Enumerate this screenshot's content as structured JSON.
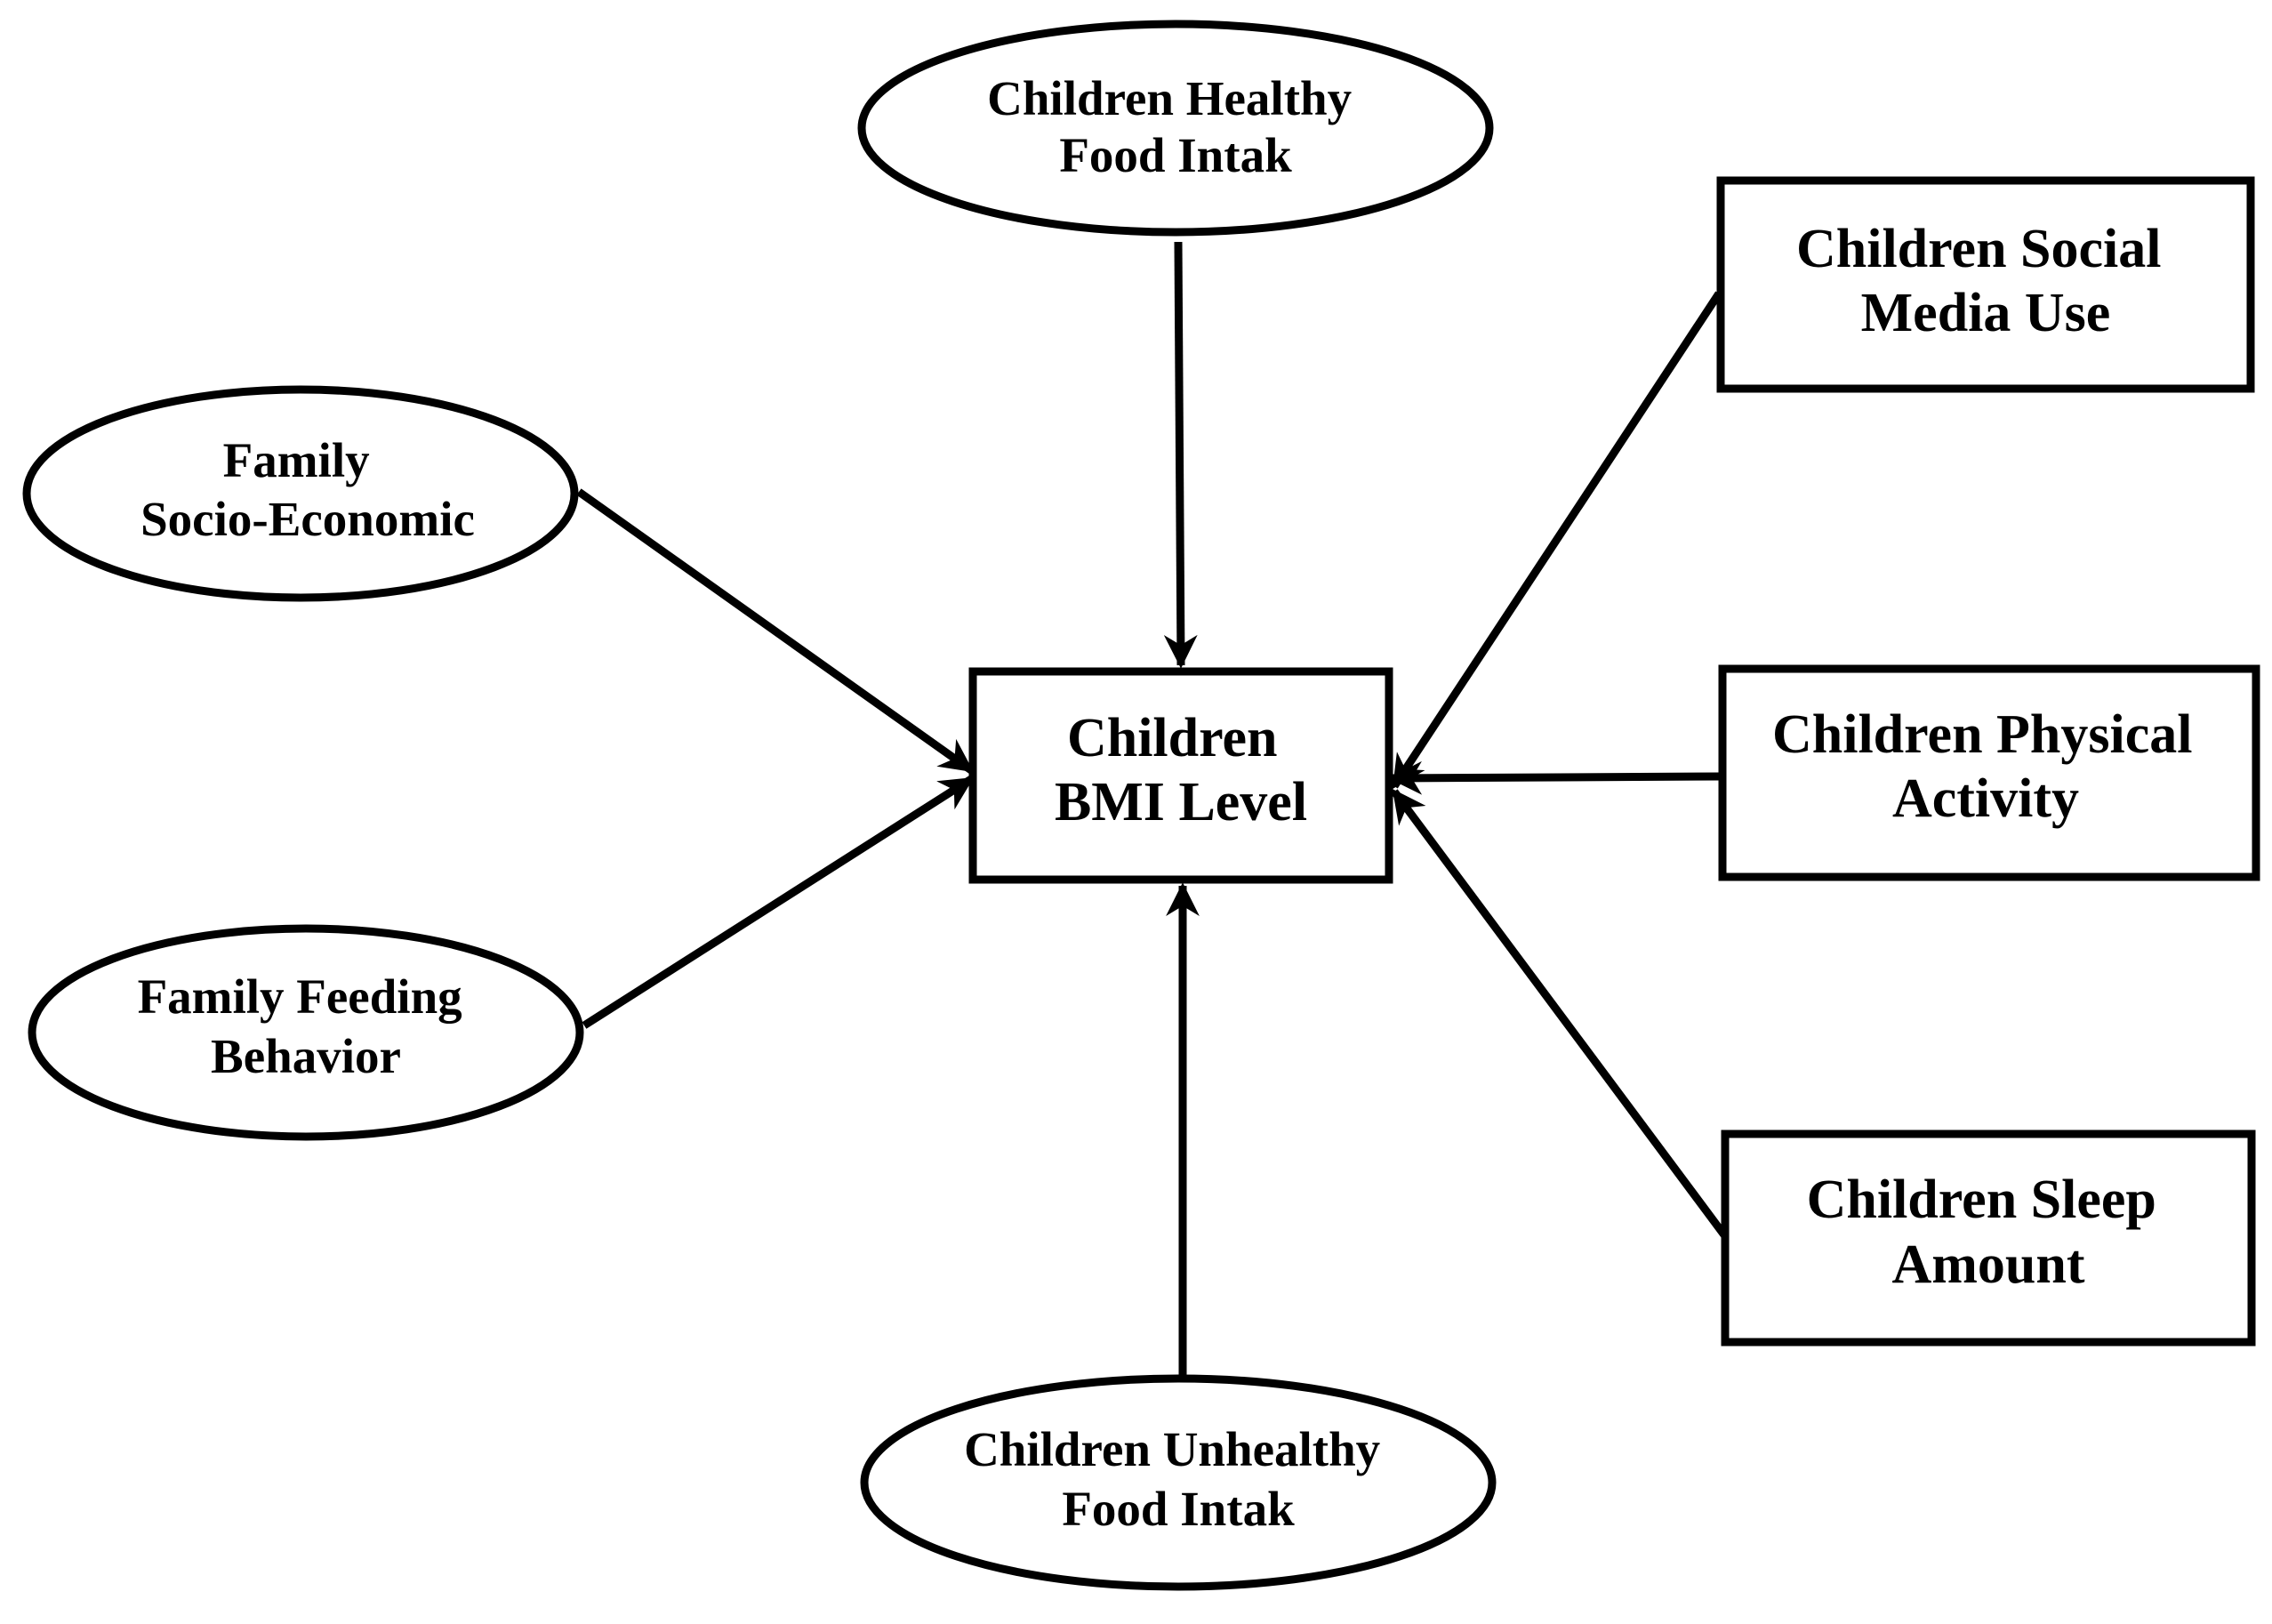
{
  "diagram": {
    "type": "conceptual-model",
    "colors": {
      "stroke": "#000000",
      "fill": "#ffffff",
      "text": "#000000"
    },
    "nodes": {
      "healthy_food": {
        "shape": "ellipse",
        "lines": [
          "Children Healthy",
          "Food Intak"
        ]
      },
      "socio_economic": {
        "shape": "ellipse",
        "lines": [
          "Family",
          "Socio-Economic"
        ]
      },
      "feeding_behavior": {
        "shape": "ellipse",
        "lines": [
          "Family Feeding",
          "Behavior"
        ]
      },
      "unhealthy_food": {
        "shape": "ellipse",
        "lines": [
          "Children Unhealthy",
          "Food Intak"
        ]
      },
      "bmi_level": {
        "shape": "rectangle",
        "lines": [
          "Children",
          "BMI Level"
        ]
      },
      "social_media": {
        "shape": "rectangle",
        "lines": [
          "Children Social",
          "Media Use"
        ]
      },
      "physical_activity": {
        "shape": "rectangle",
        "lines": [
          "Children Physical",
          "Activity"
        ]
      },
      "sleep_amount": {
        "shape": "rectangle",
        "lines": [
          "Children Sleep",
          "Amount"
        ]
      }
    },
    "edges": [
      {
        "from": "healthy_food",
        "to": "bmi_level"
      },
      {
        "from": "socio_economic",
        "to": "bmi_level"
      },
      {
        "from": "feeding_behavior",
        "to": "bmi_level"
      },
      {
        "from": "unhealthy_food",
        "to": "bmi_level"
      },
      {
        "from": "social_media",
        "to": "bmi_level"
      },
      {
        "from": "physical_activity",
        "to": "bmi_level"
      },
      {
        "from": "sleep_amount",
        "to": "bmi_level"
      }
    ]
  }
}
